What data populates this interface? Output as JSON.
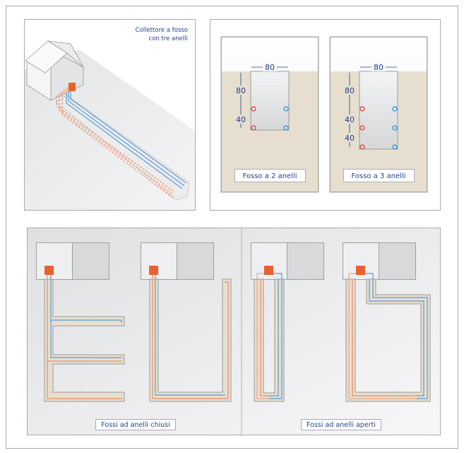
{
  "iso_view": {
    "title_line1": "Collettore a fosso",
    "title_line2": "con tre anelli"
  },
  "sections": [
    {
      "dim_width": "80",
      "dim_depth": "80",
      "dim_spacing": [
        "40"
      ],
      "label": "Fosso a 2 anelli"
    },
    {
      "dim_width": "80",
      "dim_depth": "80",
      "dim_spacing": [
        "40",
        "40"
      ],
      "label": "Fosso a 3 anelli"
    }
  ],
  "layouts": {
    "closed_label": "Fossi ad anelli chiusi",
    "open_label": "Fossi ad anelli aperti"
  },
  "colors": {
    "supply": "#e8312a",
    "return": "#1e8fd6",
    "collector": "#e8612c",
    "soil": "#e6dfd0",
    "text": "#1f3f8f"
  }
}
